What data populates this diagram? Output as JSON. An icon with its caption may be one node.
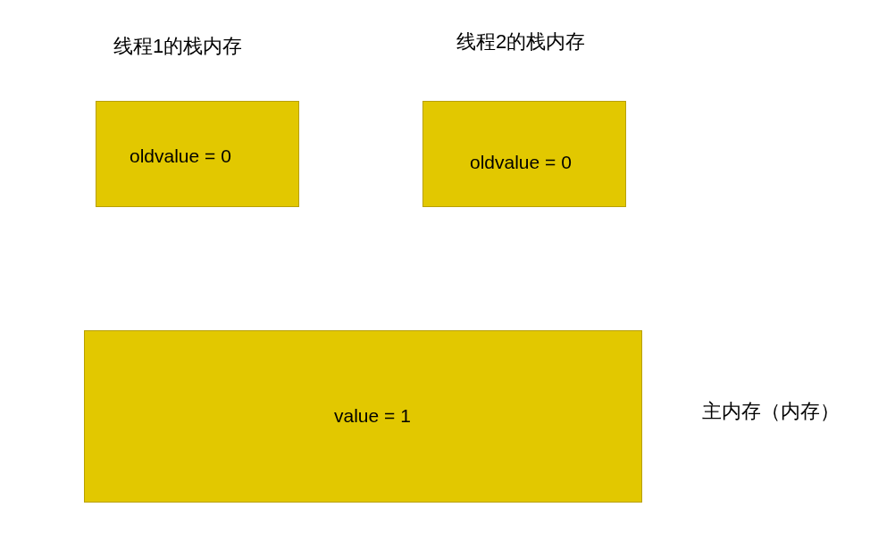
{
  "diagram": {
    "nodes": [
      {
        "text": [
          "线程1的栈内存",
          "oldvalue = 0"
        ]
      },
      {
        "text": [
          "线程2的栈内存",
          "oldvalue = 0"
        ]
      },
      {
        "text": [
          "value = 1"
        ],
        "beside": [
          "主内存（内存）"
        ]
      }
    ]
  }
}
